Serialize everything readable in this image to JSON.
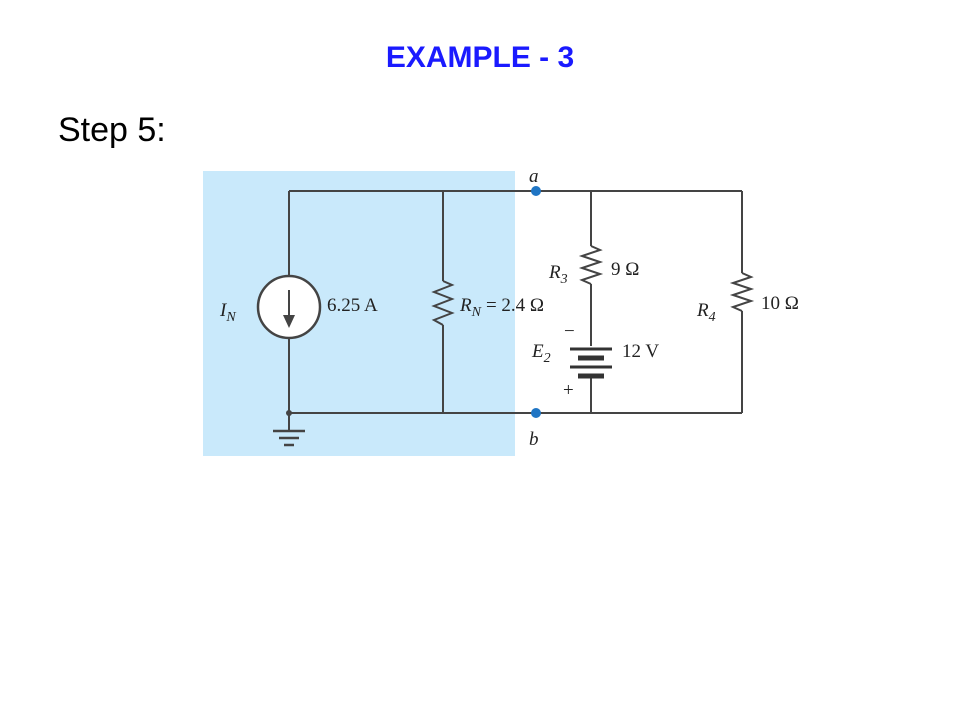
{
  "slide": {
    "title": "EXAMPLE - 3",
    "step": "Step 5:"
  },
  "circuit": {
    "colors": {
      "norton_region": "#c9e9fb",
      "node": "#1f75c4",
      "wire": "#444444"
    },
    "node_a": "a",
    "node_b": "b",
    "current_source": {
      "symbol": "I",
      "subscript": "N",
      "value": "6.25 A"
    },
    "norton_resistor": {
      "symbol": "R",
      "subscript": "N",
      "value": "= 2.4 Ω"
    },
    "r3": {
      "symbol": "R",
      "subscript": "3",
      "value": "9 Ω"
    },
    "battery": {
      "symbol": "E",
      "subscript": "2",
      "value": "12 V",
      "minus": "−",
      "plus": "+"
    },
    "r4": {
      "symbol": "R",
      "subscript": "4",
      "value": "10 Ω"
    }
  }
}
